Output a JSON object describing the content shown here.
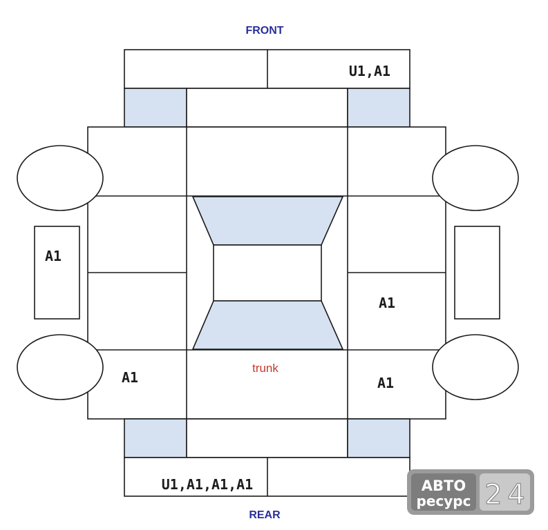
{
  "labels": {
    "front": "FRONT",
    "rear": "REAR",
    "trunk": "trunk",
    "front_bumper_right": "U1,A1",
    "rear_bumper_left": "U1,A1,A1,A1",
    "left_side_panel": "A1",
    "right_middle": "A1",
    "left_rear": "A1",
    "right_rear": "A1"
  },
  "watermark": {
    "word_top": "АВТО",
    "word_bottom": "ресурс",
    "digit_1": "2",
    "digit_2": "4"
  },
  "colors": {
    "line": "#1a1a1a",
    "shade": "#d6e2f1",
    "direction_text": "#2a2f9a",
    "trunk_text": "#c0392b"
  }
}
